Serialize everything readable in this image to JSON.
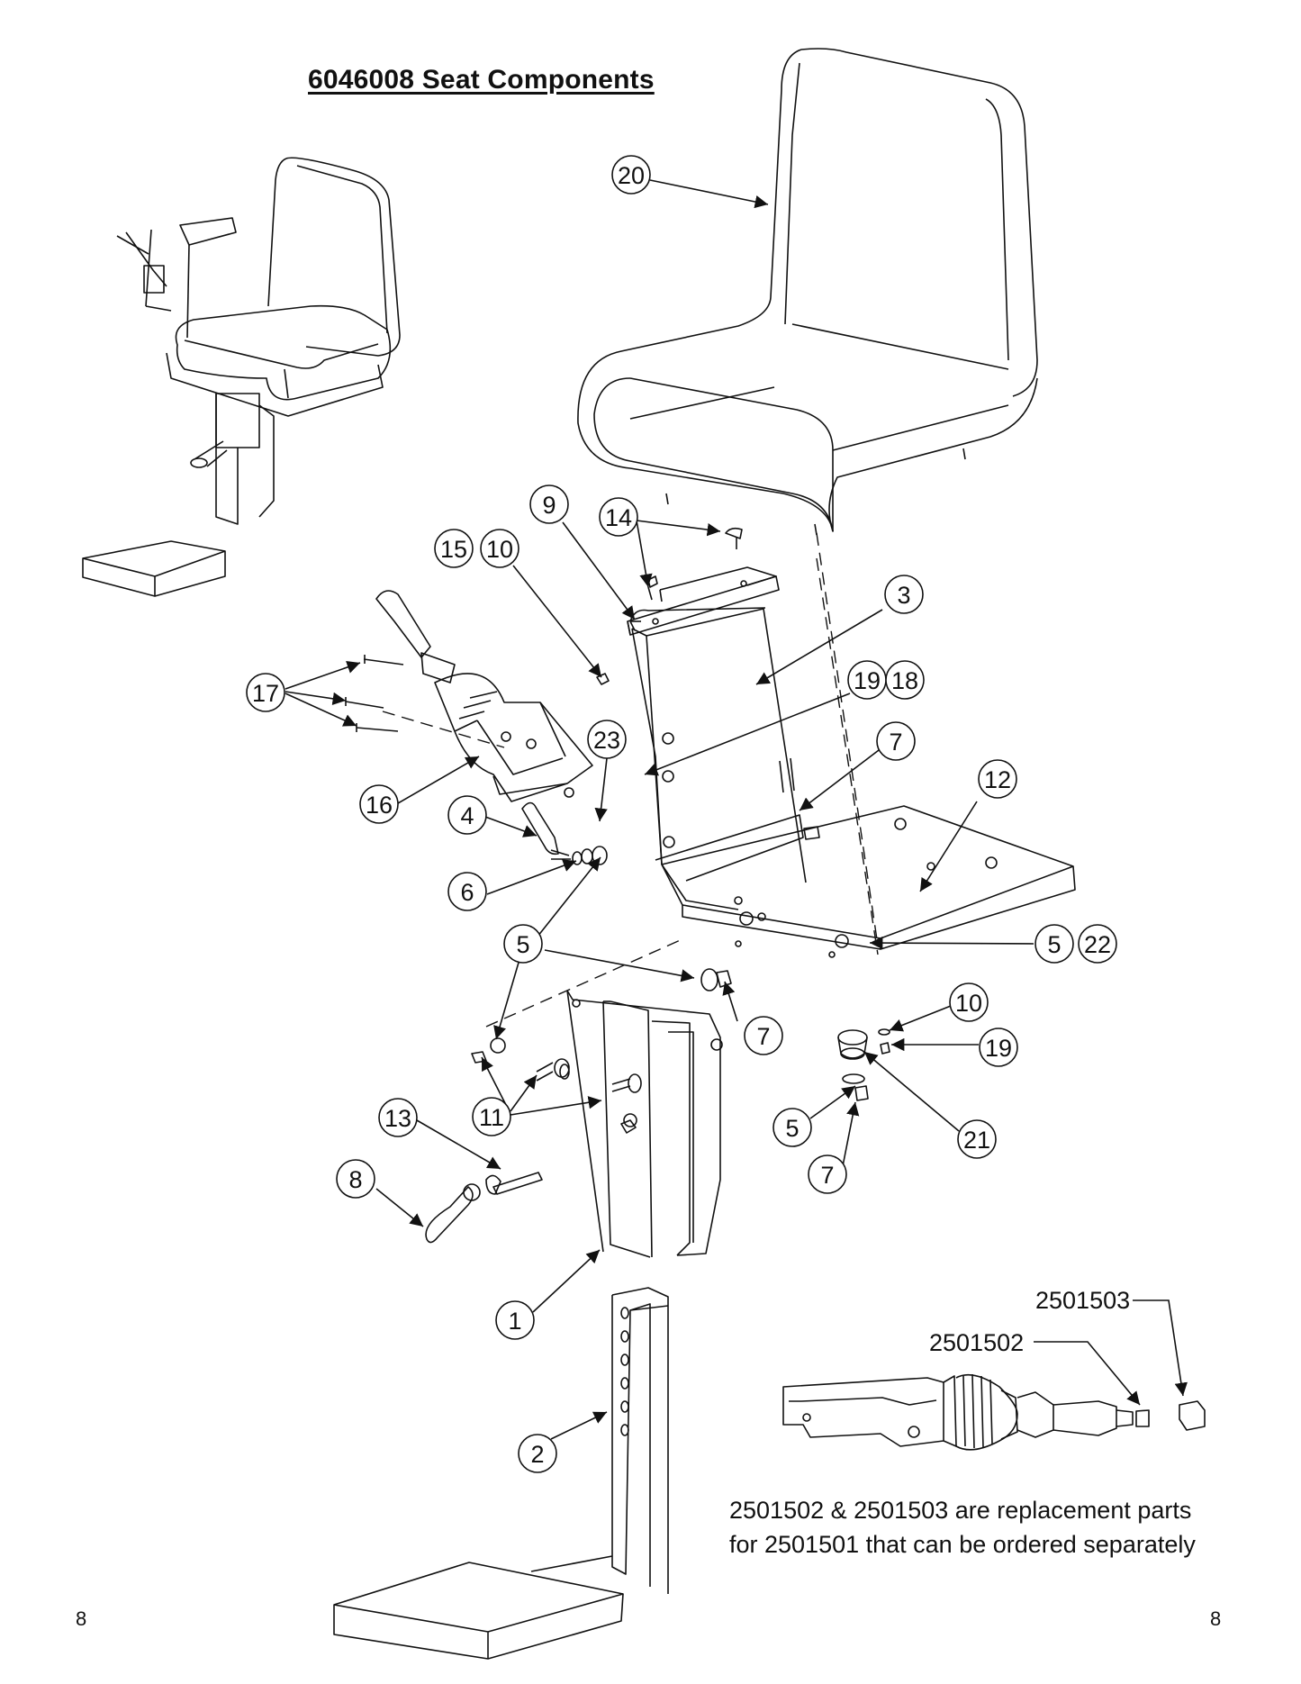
{
  "title": "6046008  Seat Components",
  "callouts": [
    "20",
    "9",
    "14",
    "15",
    "10",
    "3",
    "17",
    "19",
    "18",
    "23",
    "7",
    "12",
    "16",
    "4",
    "6",
    "5",
    "22",
    "10",
    "19",
    "7",
    "11",
    "21",
    "13",
    "8",
    "5",
    "7",
    "1",
    "2"
  ],
  "part_numbers": {
    "cap": "2501503",
    "knob": "2501502"
  },
  "note": {
    "line1": "2501502 & 2501503 are replacement parts",
    "line2": "for 2501501 that can be ordered separately"
  },
  "page_number": "8"
}
